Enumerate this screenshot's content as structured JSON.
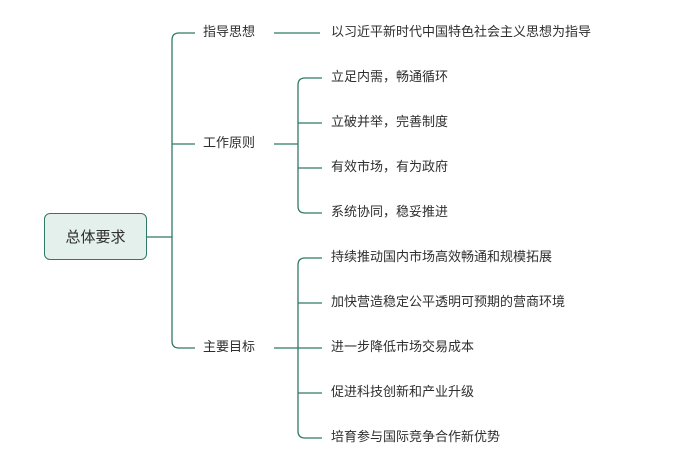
{
  "root": {
    "label": "总体要求"
  },
  "branches": [
    {
      "label": "指导思想",
      "children": [
        "以习近平新时代中国特色社会主义思想为指导"
      ]
    },
    {
      "label": "工作原则",
      "children": [
        "立足内需，畅通循环",
        "立破并举，完善制度",
        "有效市场，有为政府",
        "系统协同，稳妥推进"
      ]
    },
    {
      "label": "主要目标",
      "children": [
        "持续推动国内市场高效畅通和规模拓展",
        "加快营造稳定公平透明可预期的营商环境",
        "进一步降低市场交易成本",
        "促进科技创新和产业升级",
        "培育参与国际竞争合作新优势"
      ]
    }
  ],
  "colors": {
    "line": "#2f7a66",
    "root_fill": "#e3f0ec",
    "root_border": "#2f7a66",
    "text": "#2e2e2e"
  }
}
